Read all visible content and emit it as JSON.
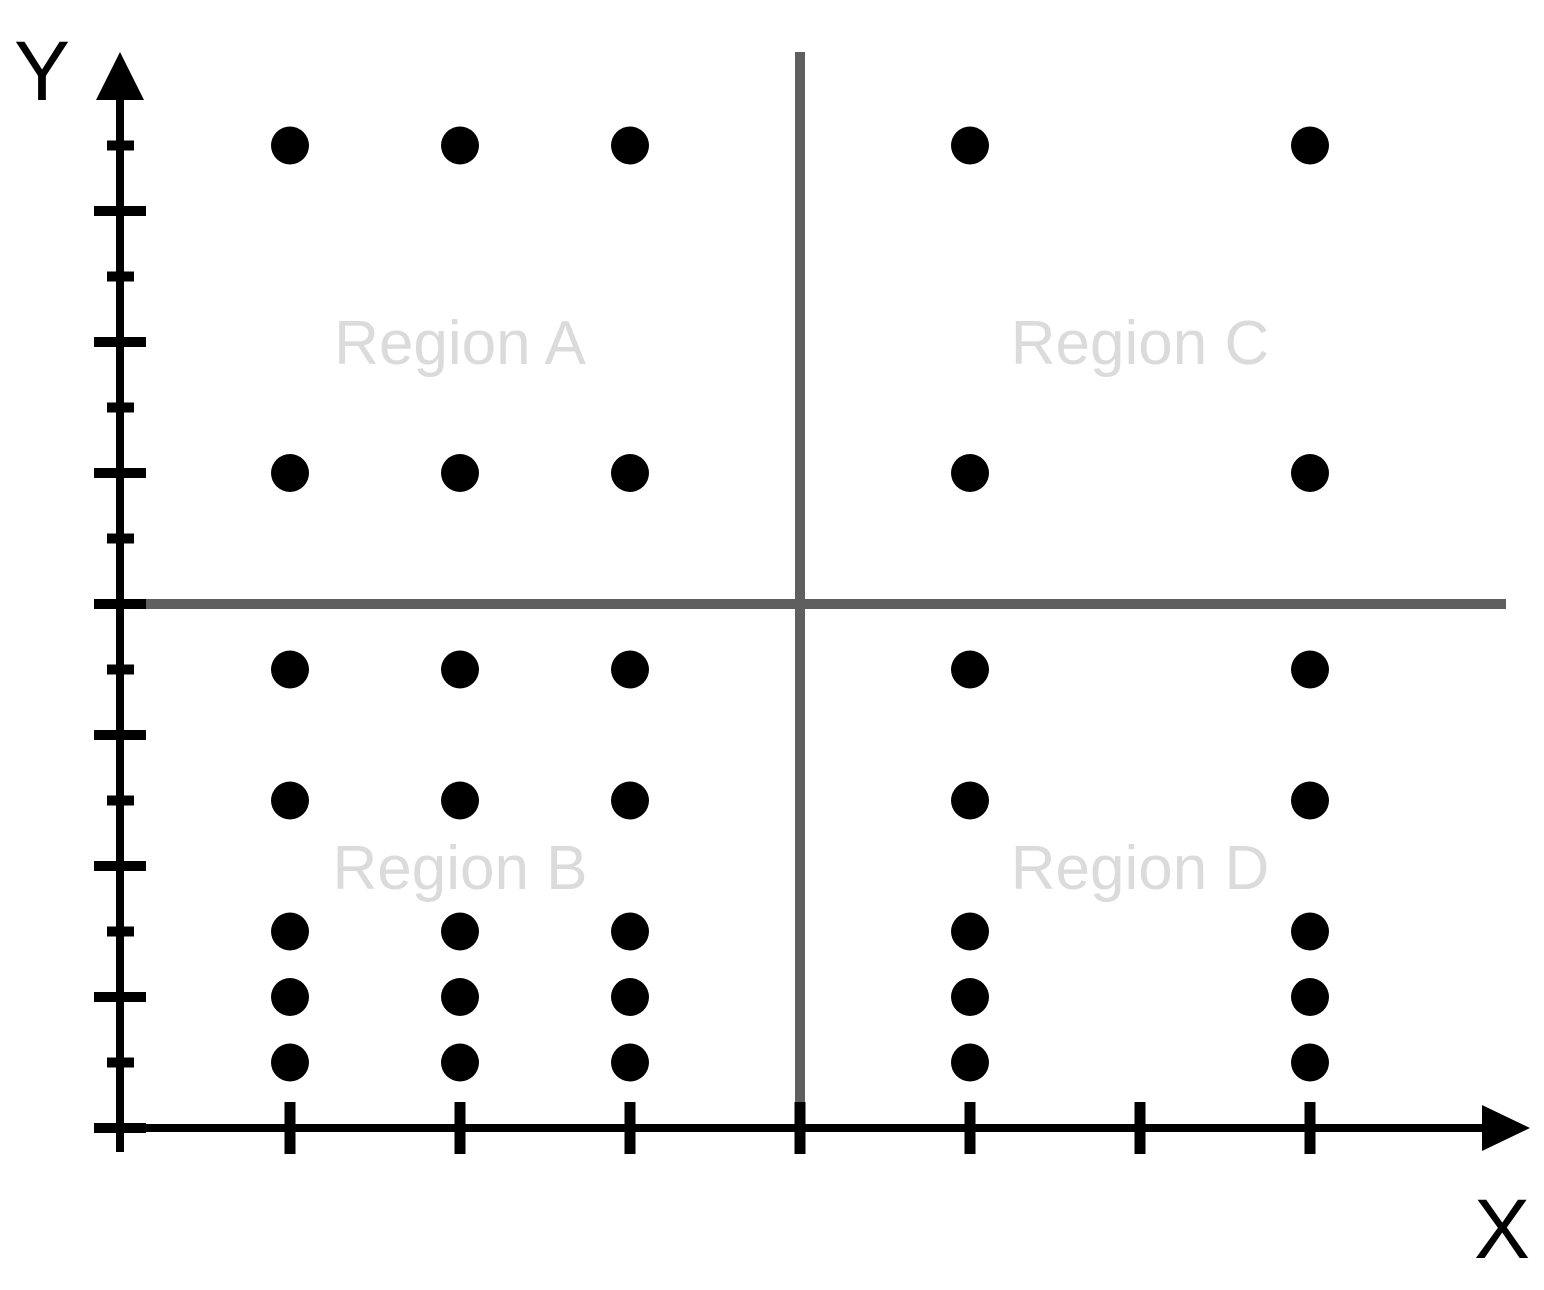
{
  "diagram": {
    "x_axis_label": "X",
    "y_axis_label": "Y",
    "regions": [
      {
        "label": "Region A",
        "quadrant": "top-left"
      },
      {
        "label": "Region B",
        "quadrant": "bottom-left"
      },
      {
        "label": "Region C",
        "quadrant": "top-right"
      },
      {
        "label": "Region D",
        "quadrant": "bottom-right"
      }
    ],
    "divider_x": 4,
    "divider_y": 4,
    "x_ticks": [
      0,
      1,
      2,
      3,
      4,
      5,
      6,
      7
    ],
    "y_ticks": [
      0,
      0.5,
      1,
      1.5,
      2,
      2.5,
      3,
      3.5,
      4,
      4.5,
      5,
      5.5,
      6,
      6.5,
      7,
      7.5
    ],
    "points": {
      "x": [
        1,
        2,
        3,
        5,
        7
      ],
      "y": [
        0.5,
        1,
        1.5,
        2.5,
        3.5,
        5,
        7.5
      ]
    },
    "colors": {
      "axes": "#000000",
      "dividers": "#5f5f5f",
      "points": "#000000",
      "region_label": "#dbdbdb"
    }
  }
}
